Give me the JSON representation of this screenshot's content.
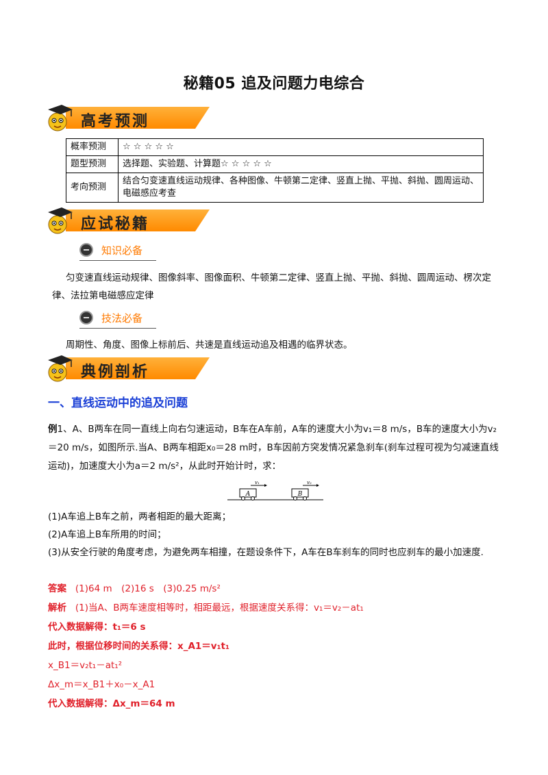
{
  "title": "秘籍05  追及问题力电综合",
  "banners": {
    "gaokao": "高考预测",
    "yingshi": "应试秘籍",
    "dianli": "典例剖析"
  },
  "table": [
    {
      "k": "概率预测",
      "v": "☆ ☆ ☆ ☆ ☆"
    },
    {
      "k": "题型预测",
      "v": "选择题、实验题、计算题☆ ☆ ☆ ☆ ☆"
    },
    {
      "k": "考向预测",
      "v": "结合匀变速直线运动规律、各种图像、牛顿第二定律、竖直上抛、平抛、斜抛、圆周运动、电磁感应考查"
    }
  ],
  "sub1": "知识必备",
  "para1": "匀变速直线运动规律、图像斜率、图像面积、牛顿第二定律、竖直上抛、平抛、斜抛、圆周运动、楞次定律、法拉第电磁感应定律",
  "sub2": "技法必备",
  "para2": "周期性、角度、图像上标前后、共速是直线运动追及相遇的临界状态。",
  "h1": "一、直线运动中的追及问题",
  "example": {
    "lead": "例",
    "text": "1、A、B两车在同一直线上向右匀速运动，B车在A车前，A车的速度大小为v₁＝8 m/s，B车的速度大小为v₂＝20 m/s，如图所示.当A、B两车相距x₀＝28 m时，B车因前方突发情况紧急刹车(刹车过程可视为匀减速直线运动)，加速度大小为a＝2 m/s²，从此时开始计时，求：",
    "q1": "(1)A车追上B车之前，两者相距的最大距离；",
    "q2": "(2)A车追上B车所用的时间；",
    "q3": "(3)从安全行驶的角度考虑，为避免两车相撞，在题设条件下，A车在B车刹车的同时也应刹车的最小加速度."
  },
  "figure": {
    "carA": "A",
    "carB": "B",
    "v1": "v₁",
    "v2": "v₂"
  },
  "answer": {
    "tag": "答案",
    "text": "(1)64 m　(2)16 s　(3)0.25 m/s²"
  },
  "solution": {
    "tag": "解析",
    "l1": "(1)当A、B两车速度相等时，相距最远，根据速度关系得：v₁＝v₂－at₁",
    "l2": "代入数据解得：t₁＝6 s",
    "l3": "此时，根据位移时间的关系得：x_A1＝v₁t₁",
    "l4": "x_B1＝v₂t₁－at₁²",
    "l5": "Δx_m＝x_B1＋x₀－x_A1",
    "l6": "代入数据解得：Δx_m＝64 m"
  }
}
